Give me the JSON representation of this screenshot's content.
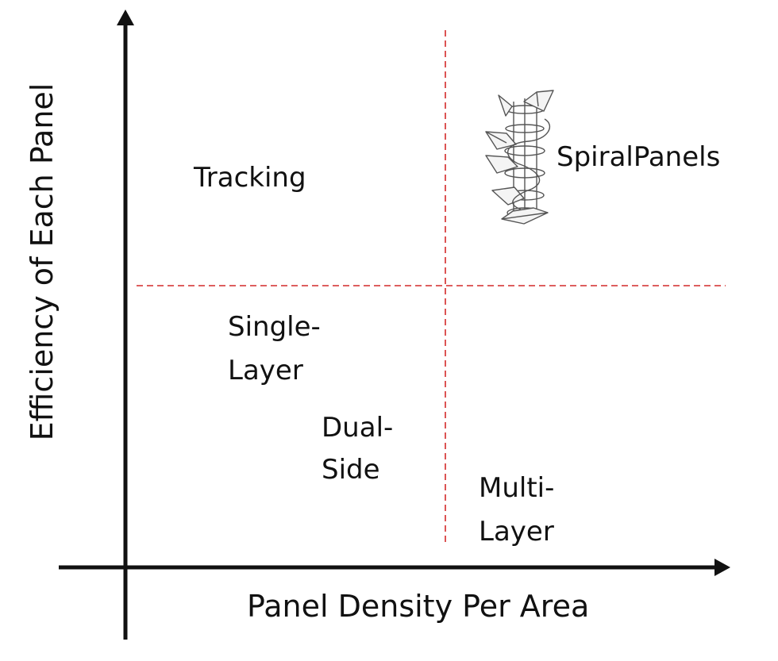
{
  "axes": {
    "x_title": "Panel Density Per Area",
    "y_title": "Efficiency of Each Panel"
  },
  "labels": {
    "tracking": "Tracking",
    "spiral": "SpiralPanels",
    "single_line1": "Single-",
    "single_line2": "Layer",
    "dual_line1": "Dual-",
    "dual_line2": "Side",
    "multi_line1": "Multi-",
    "multi_line2": "Layer"
  },
  "colors": {
    "axis": "#111111",
    "divider": "#d42a2a",
    "text": "#111111"
  },
  "icons": {
    "spiral": "spiral-panel-tower-icon"
  }
}
